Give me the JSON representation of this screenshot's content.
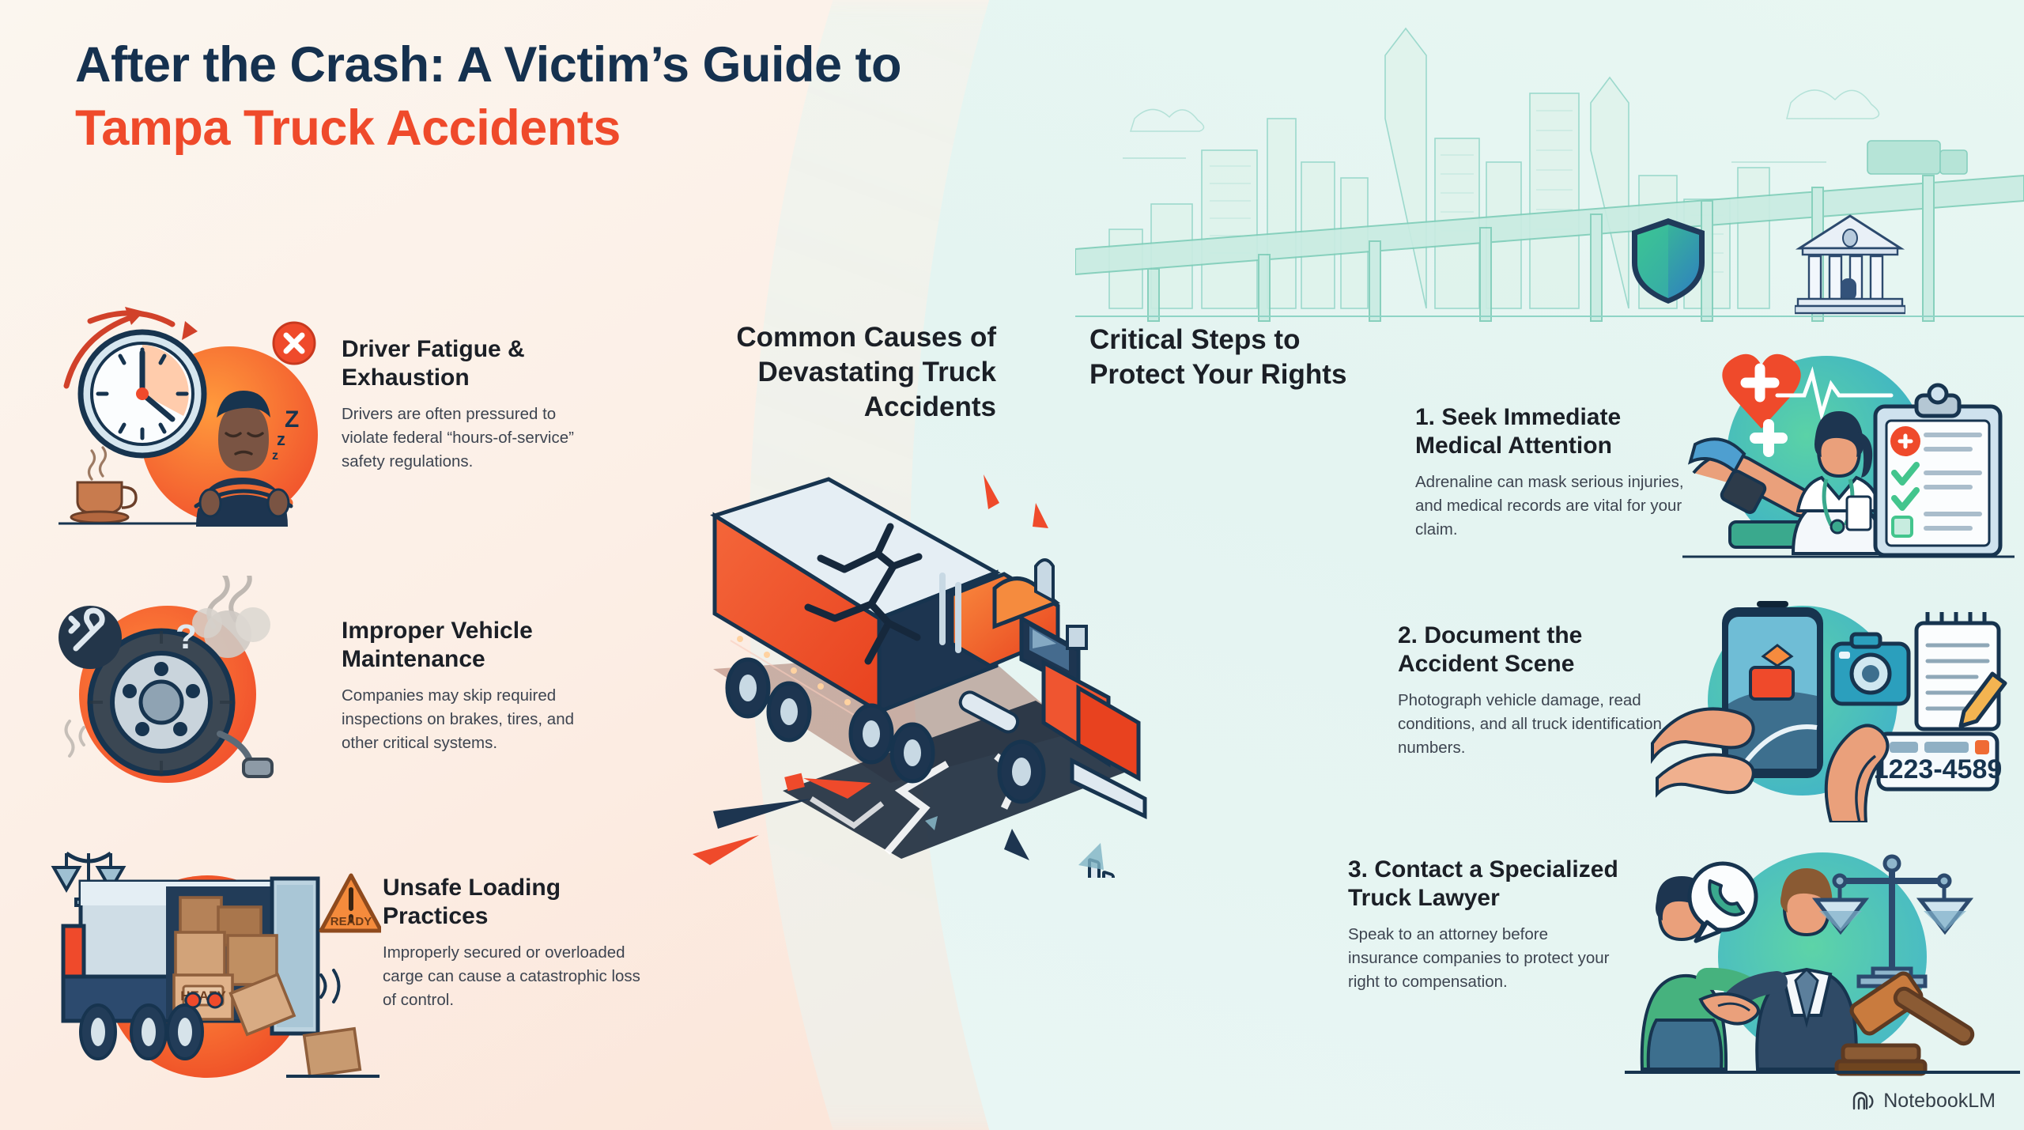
{
  "title": {
    "line1": "After the Crash: A Victim’s Guide to",
    "line2": "Tampa Truck Accidents",
    "color_line1": "#15314f",
    "color_line2": "#ef4a2b"
  },
  "center": {
    "heading": "Common Causes of Devastating Truck Accidents",
    "illustration": "crashed-semi-truck-on-broken-road"
  },
  "right_section": {
    "heading": "Critical Steps to Protect Your Rights"
  },
  "causes": [
    {
      "heading": "Driver Fatigue & Exhaustion",
      "body": "Drivers are often pressured to violate federal “hours-of-service” safety regulations.",
      "illustration": "sleepy-driver-clock-coffee-icon"
    },
    {
      "heading": "Improper Vehicle Maintenance",
      "body": "Companies may skip required inspections on brakes, tires, and other critical systems.",
      "illustration": "worn-tire-wrench-smoke-icon"
    },
    {
      "heading": "Unsafe Loading Practices",
      "body": "Improperly secured or overloaded carge can cause a catastrophic loss of control.",
      "illustration": "overloaded-truck-boxes-icon",
      "labels": {
        "box": "HEAFY",
        "warning_sign": "READY"
      }
    }
  ],
  "steps": [
    {
      "heading": "1. Seek Immediate Medical Attention",
      "body": "Adrenaline can mask serious injuries, and medical records are vital for your claim.",
      "illustration": "doctor-patient-clipboard-heart-icon"
    },
    {
      "heading": "2. Document the Accident Scene",
      "body": "Photograph vehicle damage, read conditions, and all truck identification numbers.",
      "illustration": "phone-camera-notepad-license-plate-icon",
      "labels": {
        "license_plate": "1223-4589"
      }
    },
    {
      "heading": "3. Contact a Specialized Truck Lawyer",
      "body": "Speak to an attorney before insurance companies to protect your right to compensation.",
      "illustration": "handshake-scales-gavel-phone-icon"
    }
  ],
  "background": {
    "skyline": "tampa-city-skyline-bridge",
    "shield": "shield-icon",
    "courthouse": "courthouse-icon",
    "left_color": "#fbe6da",
    "right_color": "#e6f5f1"
  },
  "watermark": {
    "label": "NotebookLM",
    "icon": "notebooklm-logo-icon"
  }
}
